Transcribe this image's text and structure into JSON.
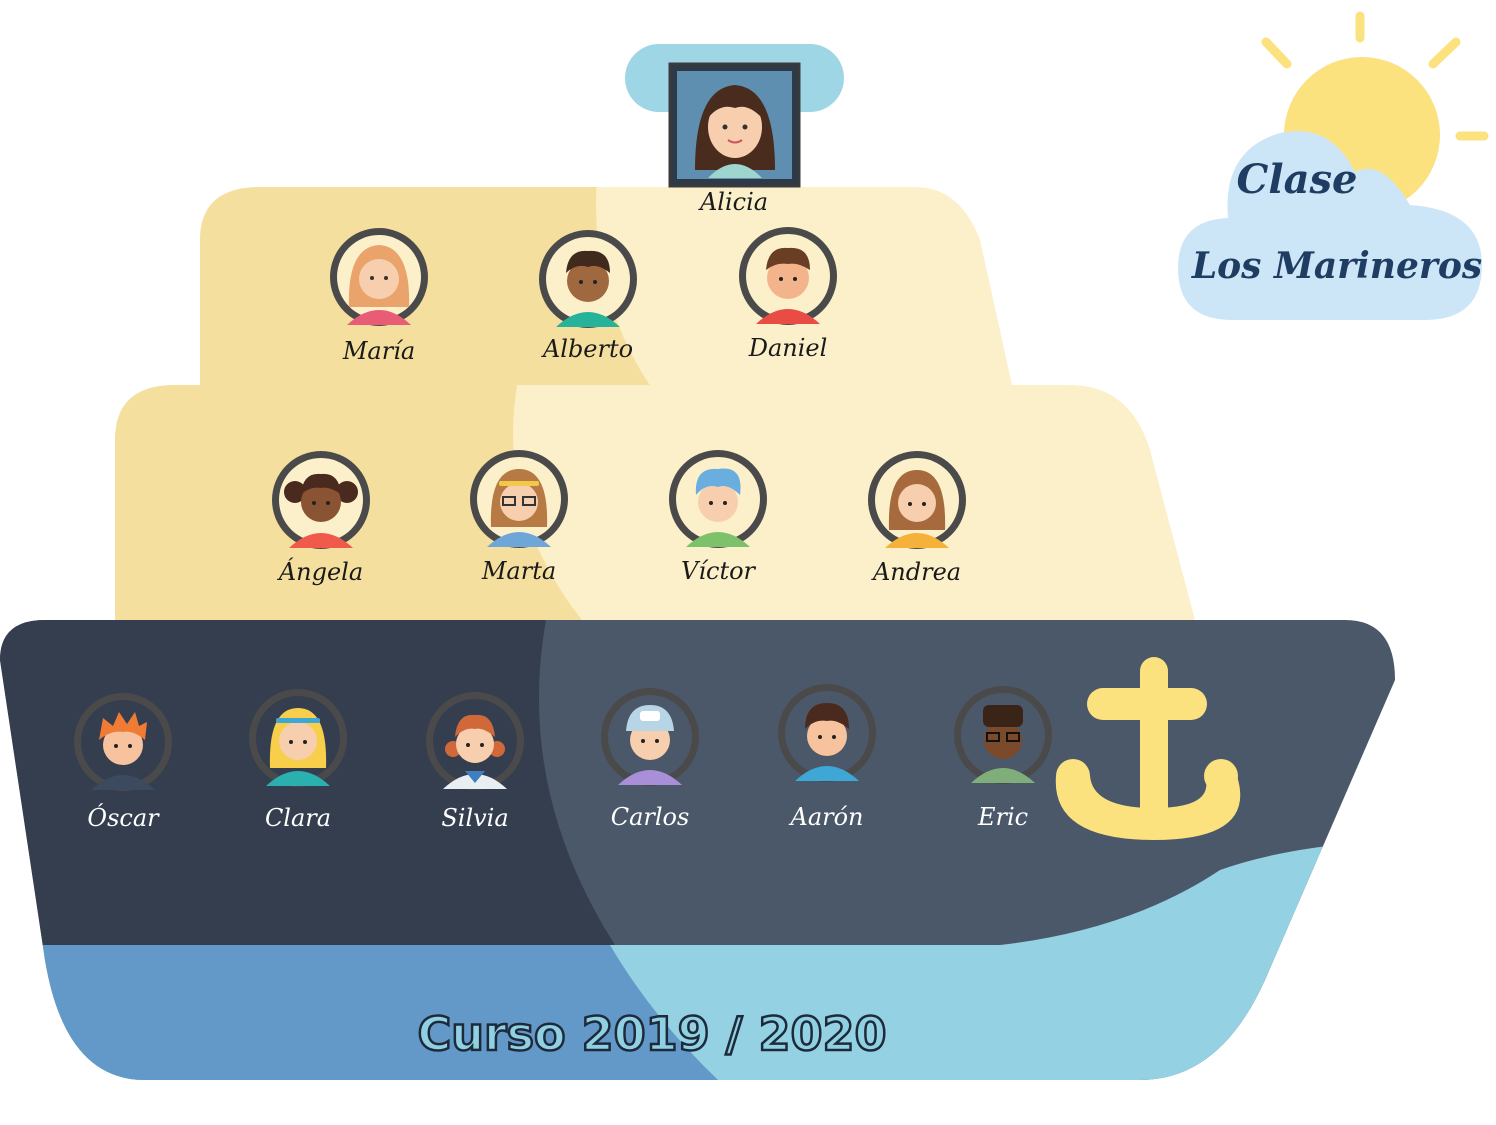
{
  "title_cloud": {
    "line1": "Clase",
    "line2": "Los Marineros"
  },
  "course": "Curso  2019 / 2020",
  "teacher": {
    "name": "Alicia"
  },
  "rows": [
    [
      "María",
      "Alberto",
      "Daniel"
    ],
    [
      "Ángela",
      "Marta",
      "Víctor",
      "Andrea"
    ],
    [
      "Óscar",
      "Clara",
      "Silvia",
      "Carlos",
      "Aarón",
      "Eric"
    ]
  ],
  "colors": {
    "sun": "#fbe27f",
    "cloud": "#cde6f7",
    "cabin_light": "#fcf0ca",
    "cabin_dark": "#f5df9e",
    "chimney": "#9fd6e6",
    "hull_dark": "#353e4f",
    "hull_mid": "#4b5869",
    "water_dark": "#6399c9",
    "water_light": "#93d1e3",
    "anchor": "#fbe27f",
    "avatar_ring": "#4a4a4a"
  }
}
